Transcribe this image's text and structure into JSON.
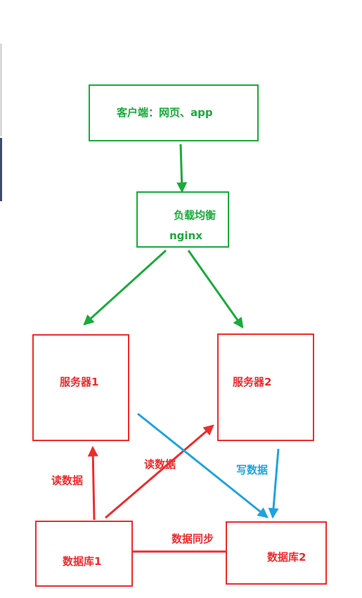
{
  "colors": {
    "green": "#1aab3b",
    "red": "#ee2c2c",
    "blue": "#1fa3e0"
  },
  "nodes": {
    "client": {
      "label": "客户端：网页、app"
    },
    "load_balancer": {
      "label": "负载均衡",
      "sublabel": "nginx"
    },
    "server1": {
      "label": "服务器1"
    },
    "server2": {
      "label": "服务器2"
    },
    "db1": {
      "label": "数据库1"
    },
    "db2": {
      "label": "数据库2"
    }
  },
  "edges": {
    "read_data_left": "读数据",
    "read_data_cross": "读数据",
    "write_data": "写数据",
    "data_sync": "数据同步"
  }
}
